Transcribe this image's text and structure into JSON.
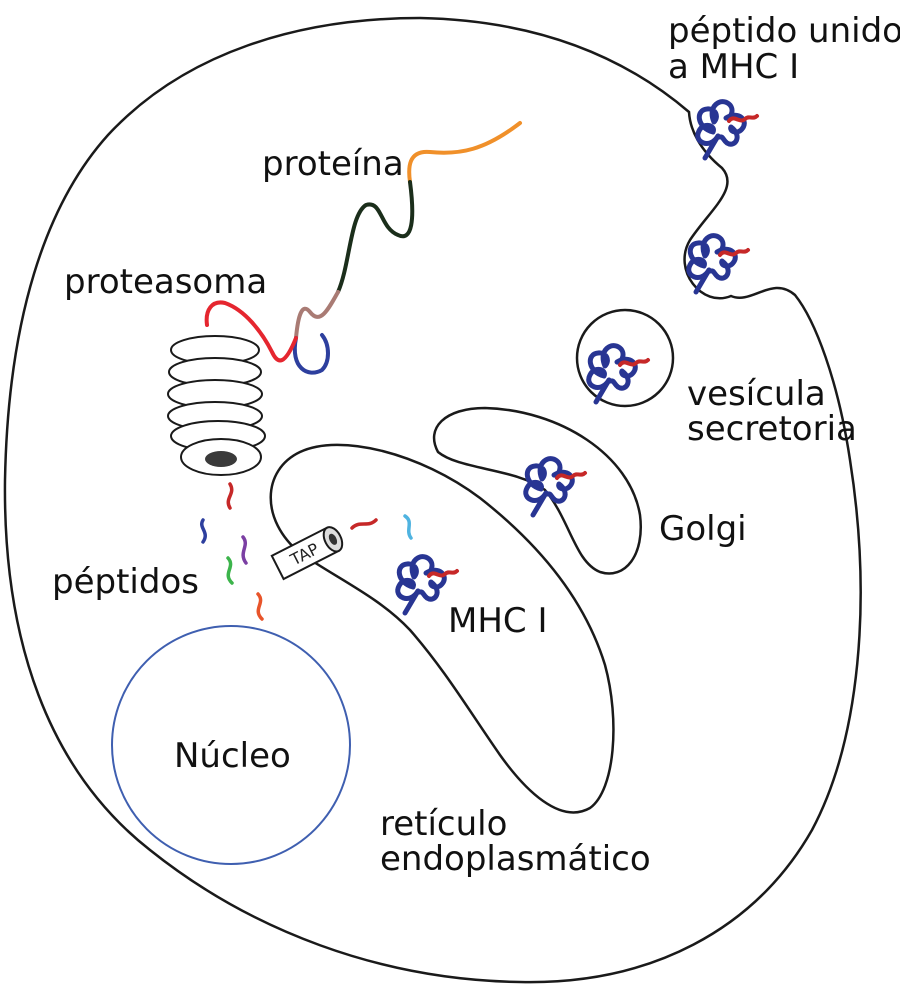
{
  "labels": {
    "protein": "proteína",
    "proteasome": "proteasoma",
    "peptides": "péptidos",
    "nucleus": "Núcleo",
    "er_line1": "retículo",
    "er_line2": "endoplasmático",
    "golgi": "Golgi",
    "vesicle_line1": "vesícula",
    "vesicle_line2": "secretoria",
    "bound_line1": "péptido unido",
    "bound_line2": "a MHC I",
    "mhc": "MHC I",
    "tap": "TAP"
  },
  "colors": {
    "membrane": "#1a1a1a",
    "nucleus": "#3f5fb0",
    "mhc": "#283593",
    "bound_peptide": "#c62828",
    "protein_orange": "#f0902a",
    "protein_dark_green": "#1b2e1b",
    "protein_mauve": "#a97b74",
    "protein_blue": "#2d3f9e",
    "protein_red": "#e5262f",
    "peptides": [
      "#c62828",
      "#2d3f9e",
      "#7b3fa3",
      "#3cb44b",
      "#e8542a",
      "#c62828",
      "#4fb3e0"
    ]
  },
  "icons": [
    "proteasome-icon",
    "tap-transporter-icon",
    "mhc-i-molecule-icon",
    "peptide-fragment-icon"
  ]
}
